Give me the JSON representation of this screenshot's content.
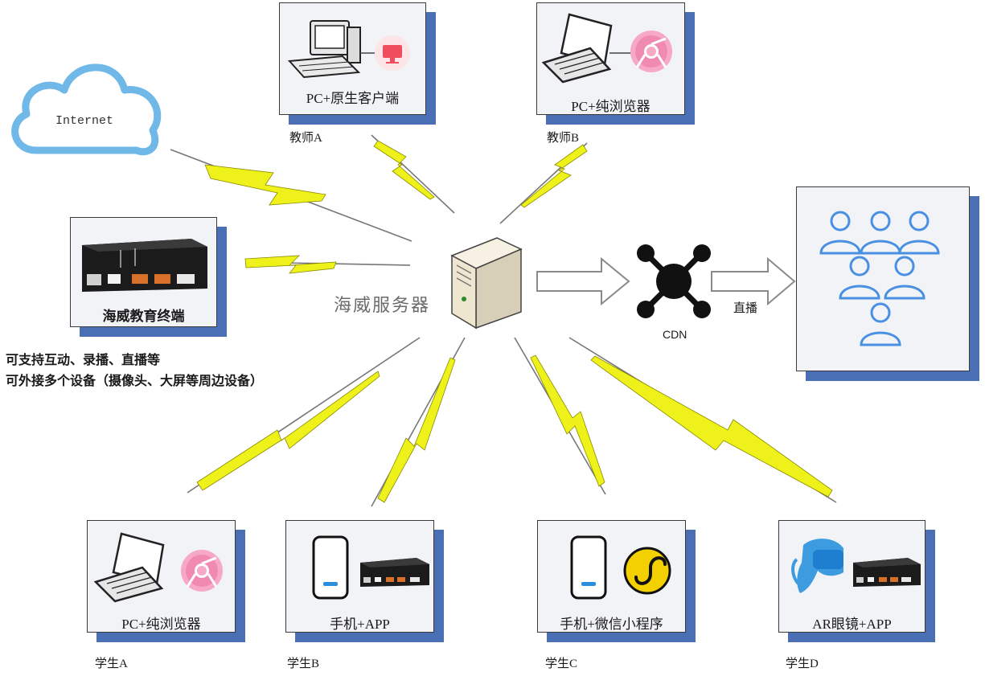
{
  "cloud": {
    "label": "Internet"
  },
  "server": {
    "label": "海威服务器"
  },
  "cdn": {
    "label": "CDN"
  },
  "live": {
    "label": "直播"
  },
  "terminal": {
    "label": "海威教育终端",
    "desc_line1": "可支持互动、录播、直播等",
    "desc_line2": "可外接多个设备（摄像头、大屏等周边设备）"
  },
  "teachers": [
    {
      "card_label": "PC+原生客户端",
      "caption": "教师A",
      "icon": "desktop-pc-icon",
      "badge": "monitor-icon"
    },
    {
      "card_label": "PC+纯浏览器",
      "caption": "教师B",
      "icon": "laptop-icon",
      "badge": "chrome-icon"
    }
  ],
  "students": [
    {
      "card_label": "PC+纯浏览器",
      "caption": "学生A",
      "icon": "laptop-icon",
      "badge": "chrome-icon"
    },
    {
      "card_label": "手机+APP",
      "caption": "学生B",
      "icon": "phone-icon",
      "badge": "terminal-device-icon"
    },
    {
      "card_label": "手机+微信小程序",
      "caption": "学生C",
      "icon": "phone-icon",
      "badge": "mini-program-icon"
    },
    {
      "card_label": "AR眼镜+APP",
      "caption": "学生D",
      "icon": "vr-headset-icon",
      "badge": "terminal-device-icon"
    }
  ],
  "colors": {
    "bolt": "#eef11a",
    "card_shadow": "#4a6fb5",
    "cloud": "#6fb8e8",
    "audience": "#4a90e2",
    "chrome": "#f08ab0",
    "monitor_badge": "#f04e5e",
    "mini_program": "#f5d000"
  }
}
